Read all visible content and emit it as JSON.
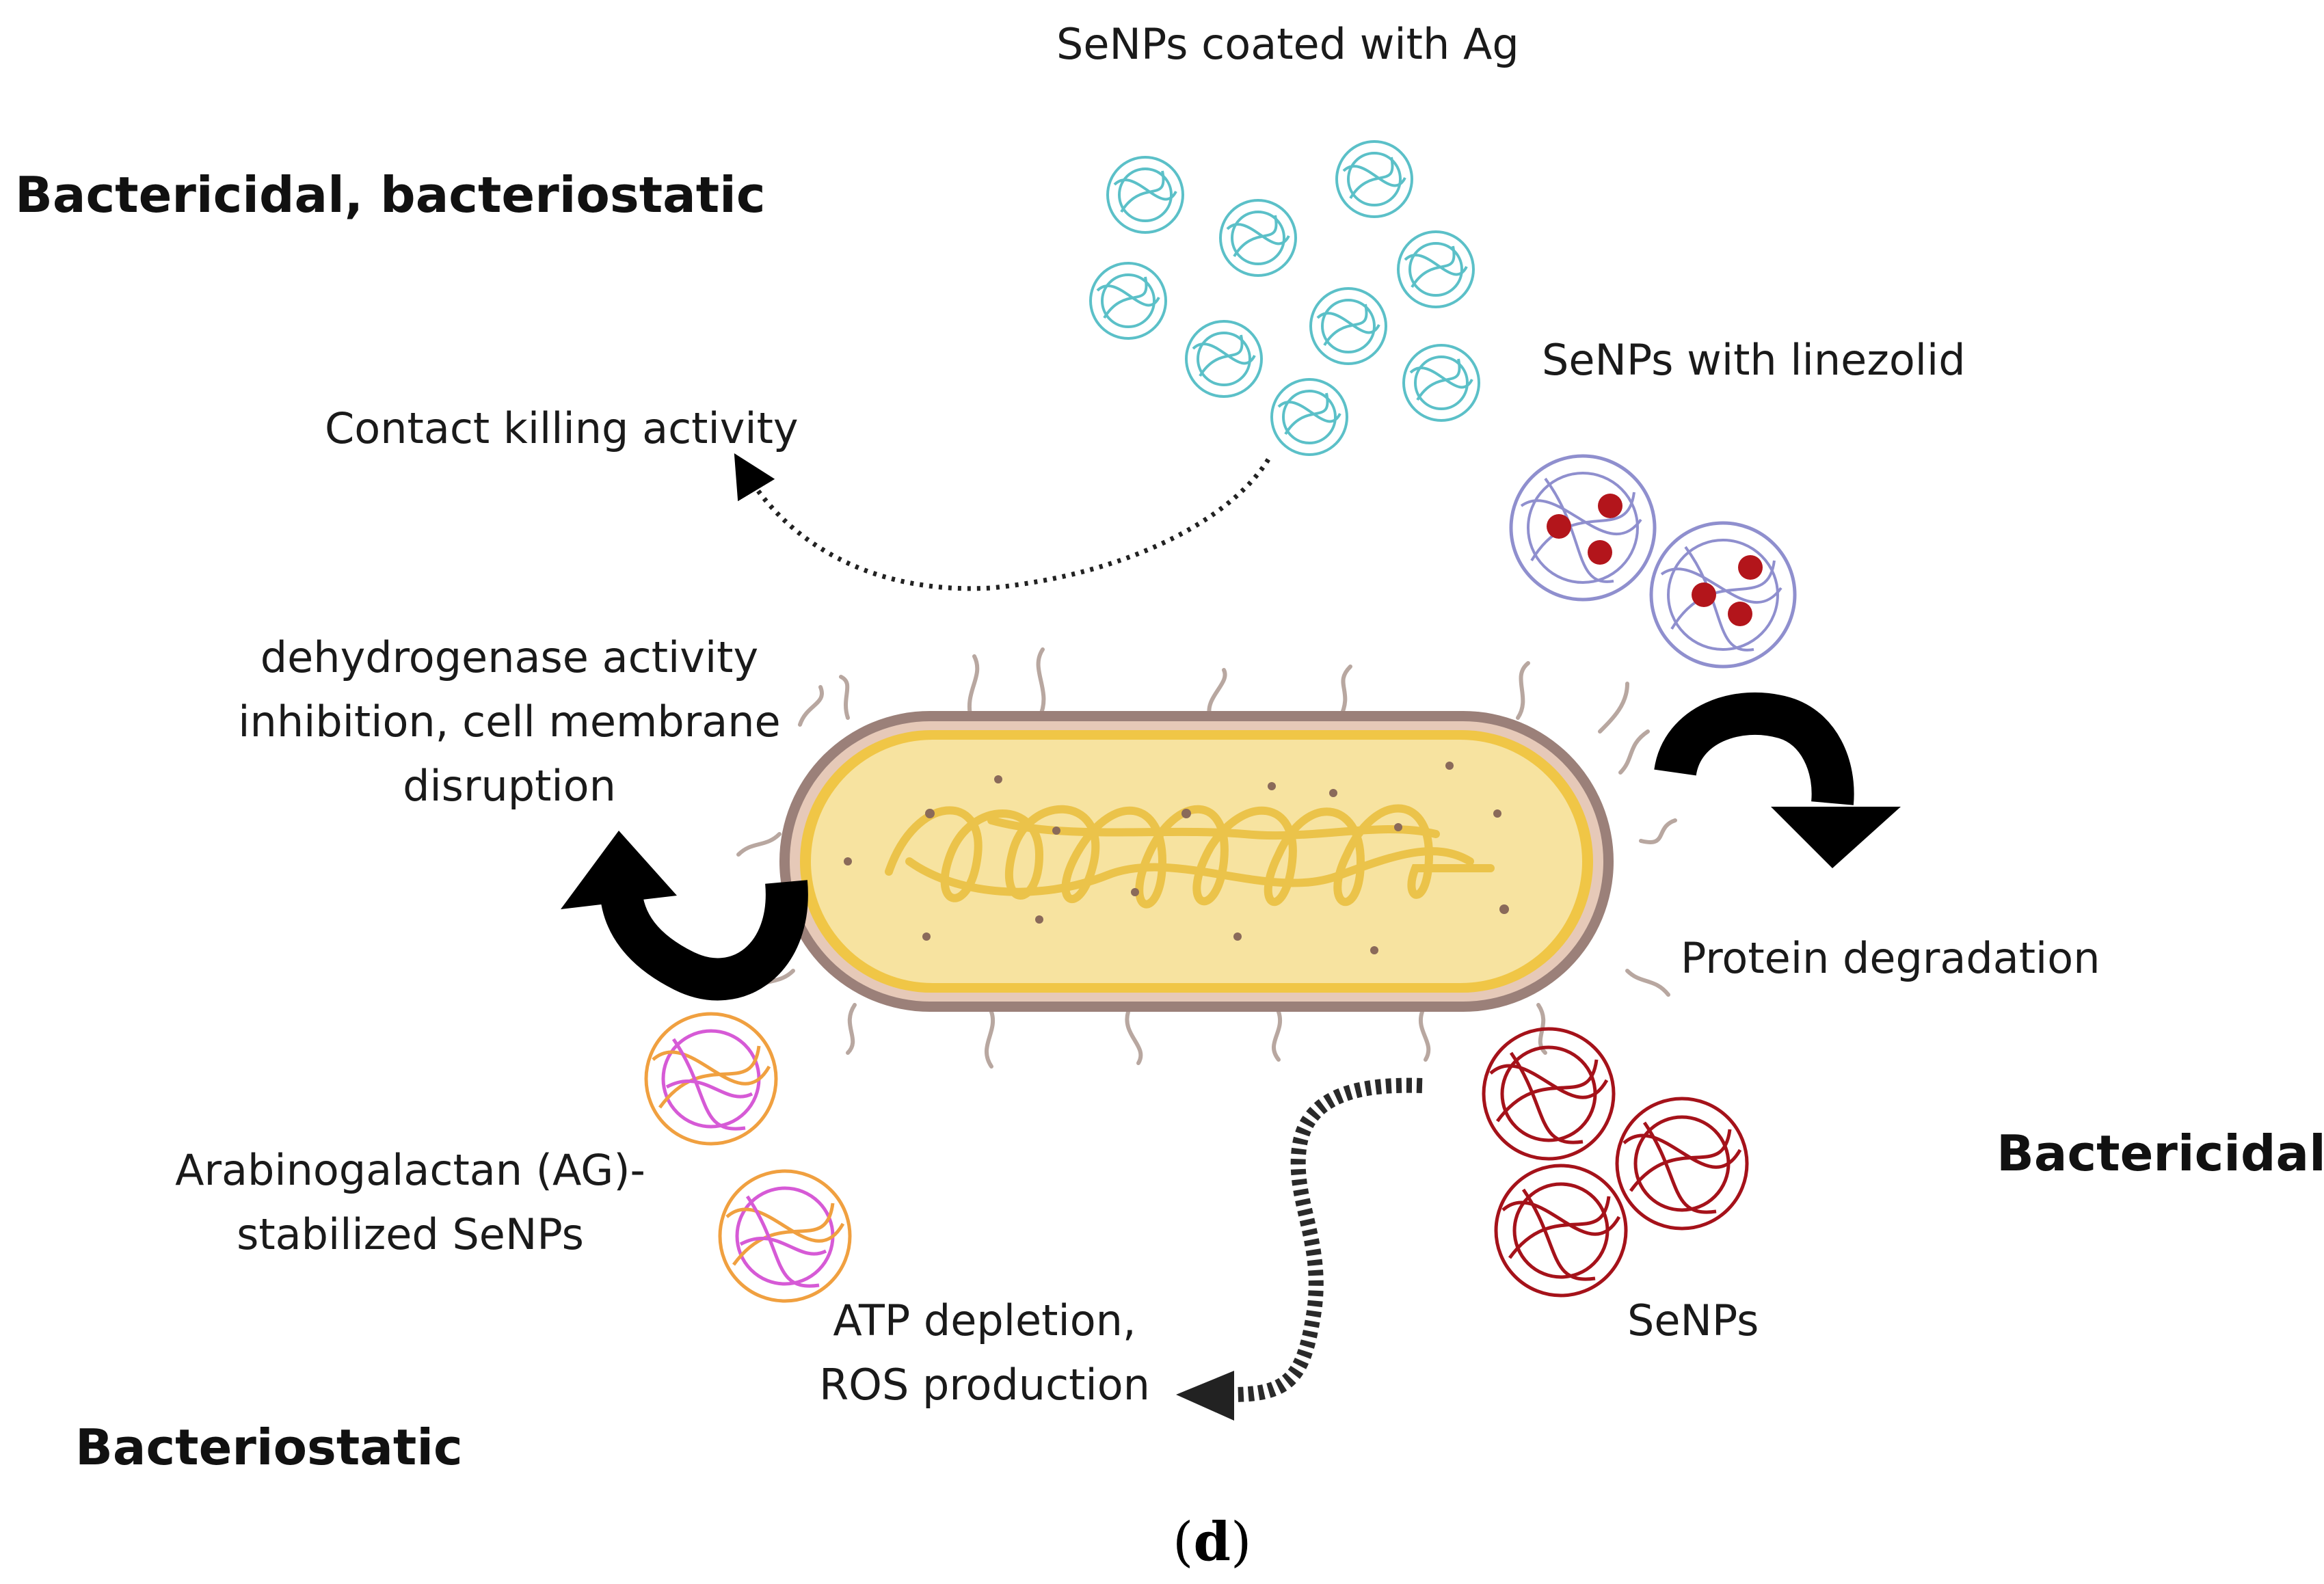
{
  "headings": {
    "top_left": "Bactericidal, bacteriostatic",
    "right": "Bactericidal",
    "bottom_left": "Bacteriostatic"
  },
  "labels": {
    "senps_ag": "SeNPs coated with Ag",
    "senps_linezolid": "SeNPs with linezolid",
    "contact_killing": "Contact killing activity",
    "dehydrogenase": [
      "dehydrogenase activity",
      "inhibition, cell membrane",
      "disruption"
    ],
    "protein_degradation": "Protein degradation",
    "arabinogalactan": [
      "Arabinogalactan (AG)-",
      "stabilized SeNPs"
    ],
    "atp_ros": [
      "ATP depletion,",
      "ROS production"
    ],
    "senps": "SeNPs"
  },
  "panel_label": {
    "open": "(",
    "letter": "d",
    "close": ")"
  },
  "colors": {
    "ag_particle": "#5bc0c8",
    "linezolid_particle": "#8f8fce",
    "linezolid_core": "#b3151b",
    "ag_stabilized_orange": "#f0a040",
    "ag_stabilized_magenta": "#d65ad6",
    "senp_red": "#a5121a",
    "cell_fill": "#f7e3a0",
    "cell_border": "#f0c646",
    "cell_wall": "#8c6e66",
    "dna": "#ebc34a",
    "arrow": "#000000"
  }
}
